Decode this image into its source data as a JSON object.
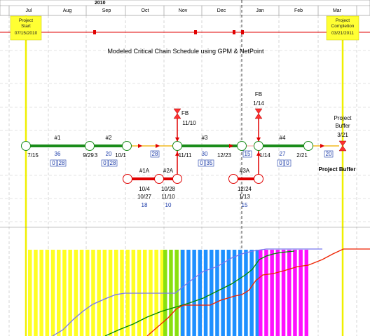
{
  "timeline": {
    "year_label": "2010",
    "months": [
      "Jul",
      "Aug",
      "Sep",
      "Oct",
      "Nov",
      "Dec",
      "Jan",
      "Feb",
      "Mar"
    ]
  },
  "title": "Modeled Critical Chain Schedule using GPM & NetPoint",
  "milestones": {
    "start": {
      "line1": "Project",
      "line2": "Start",
      "line3": "07/15/2010"
    },
    "end": {
      "line1": "Project",
      "line2": "Completion",
      "line3": "03/21/2011"
    }
  },
  "dates": {
    "d0": "7/15",
    "d1": "9/29",
    "d1b": "3",
    "d2": "10/1",
    "d3": "11/11",
    "d4": "12/23",
    "d5": "1/14",
    "d6": "2/21",
    "d7": "3/21",
    "fb1": "11/10",
    "fb2": "1/14",
    "a1": "10/4",
    "a2": "10/27",
    "a3": "10/28",
    "a4": "11/10",
    "c1": "12/24",
    "c2": "1/13"
  },
  "tasks": {
    "t1": "#1",
    "t2": "#2",
    "t3": "#3",
    "t4": "#4",
    "t1a": "#1A",
    "t2a": "#2A",
    "t3a": "#3A",
    "fb_a": "FB",
    "fb_b": "FB"
  },
  "durations": {
    "t1": "36",
    "t2": "20",
    "t3": "30",
    "t4": "27",
    "a1": "18",
    "a2": "10",
    "c": "15"
  },
  "floats": {
    "f1": "0",
    "f1b": "28",
    "f2": "0",
    "f2b": "28",
    "f3": "28",
    "f4": "0",
    "f4b": "35",
    "f5": "15",
    "f6": "0",
    "f6b": "0",
    "f7": "20"
  },
  "buffer": {
    "label1": "Project",
    "label2": "Buffer",
    "date": "3/21",
    "tag": "Project Buffer"
  },
  "chart_data": {
    "type": "area",
    "stripe_colors": [
      "#ffff22",
      "#88e010",
      "#1e90ff",
      "#ff10ff"
    ],
    "curve_colors": [
      "#7777ee",
      "#008800",
      "#ee2200"
    ]
  }
}
